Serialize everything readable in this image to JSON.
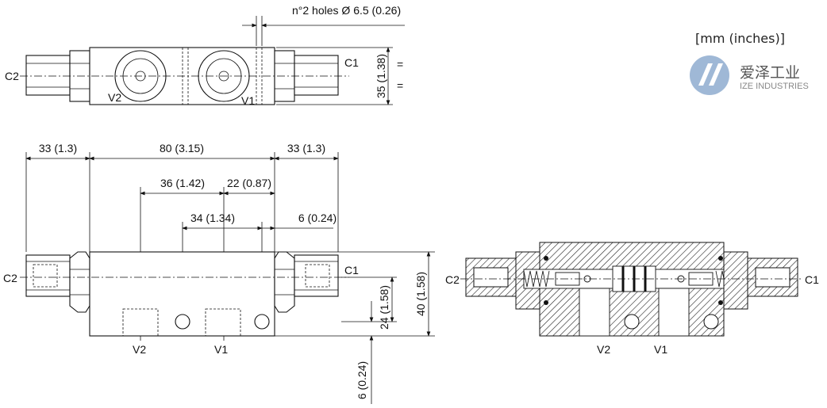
{
  "units_label": "[mm (inches)]",
  "logo": {
    "cn": "爱泽工业",
    "en": "IZE INDUSTRIES",
    "color": "#9fb8d6"
  },
  "top_view": {
    "holes_label": "n°2 holes Ø 6.5 (0.26)",
    "height_label": "35 (1.38)",
    "port_left": "C2",
    "port_right": "C1",
    "port_v2": "V2",
    "port_v1": "V1"
  },
  "front_view": {
    "dim_left": "33 (1.3)",
    "dim_center": "80 (3.15)",
    "dim_right": "33 (1.3)",
    "dim_36": "36 (1.42)",
    "dim_22": "22 (0.87)",
    "dim_34": "34 (1.34)",
    "dim_6_top": "6 (0.24)",
    "dim_40": "40 (1.58)",
    "dim_24": "24 (1.58)",
    "dim_6_bottom": "6 (0.24)",
    "port_left": "C2",
    "port_right": "C1",
    "port_v2": "V2",
    "port_v1": "V1"
  },
  "section_view": {
    "port_left": "C2",
    "port_right": "C1",
    "port_v2": "V2",
    "port_v1": "V1"
  }
}
